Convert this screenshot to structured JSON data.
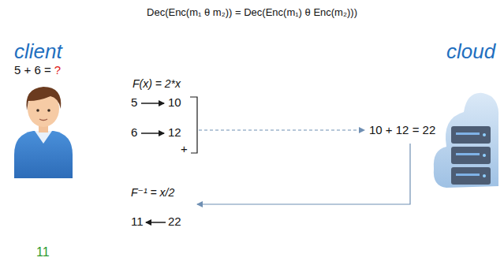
{
  "diagram": {
    "title": "Dec(Enc(m₁ θ m₂)) = Dec(Enc(m₁) θ Enc(m₂)))",
    "labels": [
      "client",
      "cloud",
      "5 + 6 =",
      "?",
      "F(x) = 2*x",
      "5",
      "10",
      "6",
      "12",
      "+",
      "10 + 12 = 22",
      "F⁻¹ = x/2",
      "11",
      "22",
      "11"
    ]
  }
}
